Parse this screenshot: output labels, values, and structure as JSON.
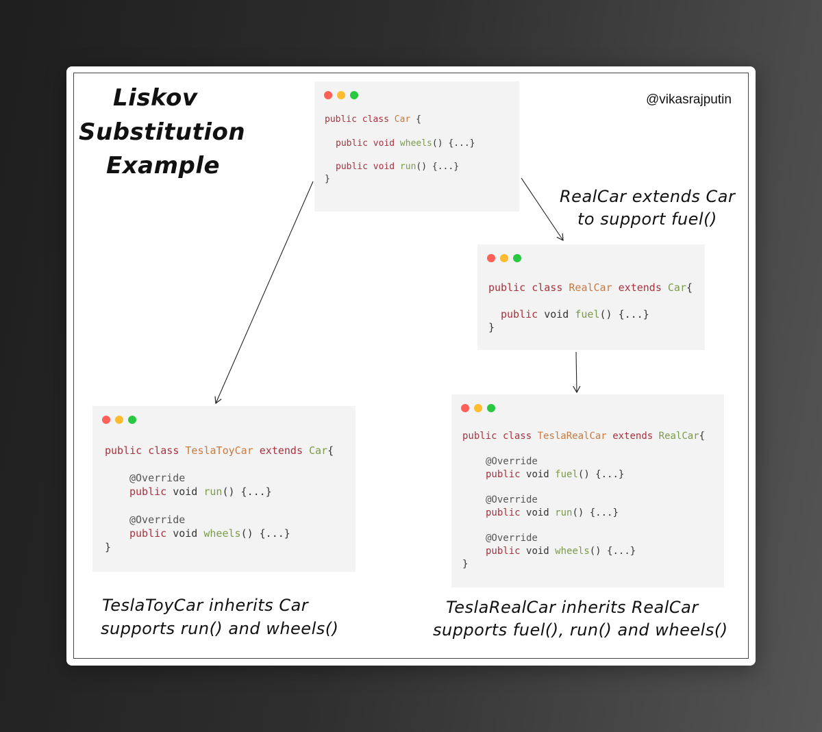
{
  "title": [
    "Liskov",
    "Substitution",
    "Example"
  ],
  "handle": "@vikasrajputin",
  "labels": {
    "realcar_note": [
      "RealCar extends Car",
      "to support fuel()"
    ],
    "teslatoy_note": [
      "TeslaToyCar inherits Car",
      "supports run() and wheels()"
    ],
    "teslareal_note": [
      "TeslaRealCar inherits RealCar",
      "supports fuel(), run() and wheels()"
    ]
  },
  "code": {
    "car": {
      "kw_public": "public",
      "kw_class": "class",
      "name": "Car",
      "open": " {",
      "wheels_mod": "public void",
      "wheels_fn": "wheels",
      "wheels_tail": "() {...}",
      "run_mod": "public void",
      "run_fn": "run",
      "run_tail": "() {...}",
      "close": "}"
    },
    "realcar": {
      "decl": "public class",
      "name": "RealCar",
      "ext": "extends",
      "base": "Car",
      "open": "{",
      "fuel_kw": "public",
      "fuel_void": "void",
      "fuel_fn": "fuel",
      "fuel_tail": "() {...}",
      "close": "}"
    },
    "teslatoy": {
      "decl": "public class",
      "name": "TeslaToyCar",
      "ext": "extends",
      "base": "Car",
      "open": "{",
      "override": "@Override",
      "run_kw": "public",
      "run_void": "void",
      "run_fn": "run",
      "run_tail": "() {...}",
      "wheels_kw": "public",
      "wheels_void": "void",
      "wheels_fn": "wheels",
      "wheels_tail": "() {...}",
      "close": "}"
    },
    "teslareal": {
      "decl": "public class",
      "name": "TeslaRealCar",
      "ext": "extends",
      "base": "RealCar",
      "open": "{",
      "override": "@Override",
      "fuel_kw": "public",
      "fuel_void": "void",
      "fuel_fn": "fuel",
      "fuel_tail": "() {...}",
      "run_kw": "public",
      "run_void": "void",
      "run_fn": "run",
      "run_tail": "() {...}",
      "wheels_kw": "public",
      "wheels_void": "void",
      "wheels_fn": "wheels",
      "wheels_tail": "() {...}",
      "close": "}"
    }
  },
  "colors": {
    "keyword": "#a8323e",
    "class_name": "#c9793f",
    "base_class": "#7a9a49",
    "method": "#7a9a49",
    "annotation": "#555555",
    "window_red": "#ff5f57",
    "window_yellow": "#febc2e",
    "window_green": "#28c840"
  }
}
